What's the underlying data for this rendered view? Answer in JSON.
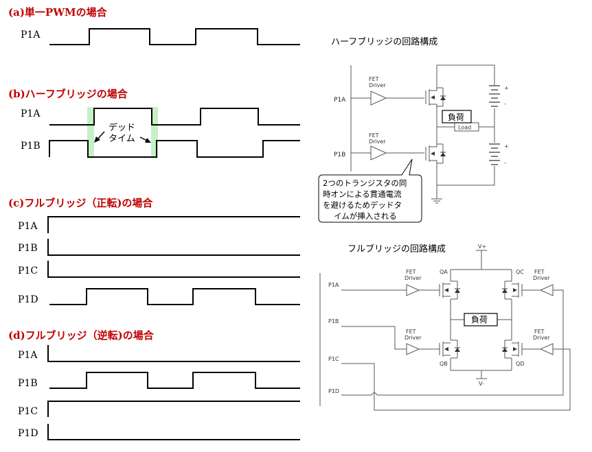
{
  "sections": {
    "a": {
      "title": "(a)単一PWMの場合",
      "signals": [
        "P1A"
      ]
    },
    "b": {
      "title": "(b)ハーフブリッジの場合",
      "signals": [
        "P1A",
        "P1B"
      ],
      "deadtime_line1": "デッド",
      "deadtime_line2": "タイム"
    },
    "c": {
      "title": "(c)フルブリッジ（正転)の場合",
      "signals": [
        "P1A",
        "P1B",
        "P1C",
        "P1D"
      ]
    },
    "d": {
      "title": "(d)フルブリッジ（逆転)の場合",
      "signals": [
        "P1A",
        "P1B",
        "P1C",
        "P1D"
      ]
    }
  },
  "half_bridge": {
    "title": "ハーフブリッジの回路構成",
    "driver_line1": "FET",
    "driver_line2": "Driver",
    "in_a": "P1A",
    "in_b": "P1B",
    "load_jp": "負荷",
    "load_en": "Load",
    "plus": "+",
    "minus": "-",
    "callout": [
      "2つのトランジスタの同",
      "時オンによる貫通電流",
      "を避けるためデッドタ",
      "イムが挿入される"
    ]
  },
  "full_bridge": {
    "title": "フルブリッジの回路構成",
    "driver_line1": "FET",
    "driver_line2": "Driver",
    "inputs": [
      "P1A",
      "P1B",
      "P1C",
      "P1D"
    ],
    "transistors": [
      "QA",
      "QB",
      "QC",
      "QD"
    ],
    "vplus": "V+",
    "vminus": "V-",
    "load_jp": "負荷"
  },
  "colors": {
    "title": "#c00000",
    "deadtime_highlight": "#c6f0c6"
  }
}
